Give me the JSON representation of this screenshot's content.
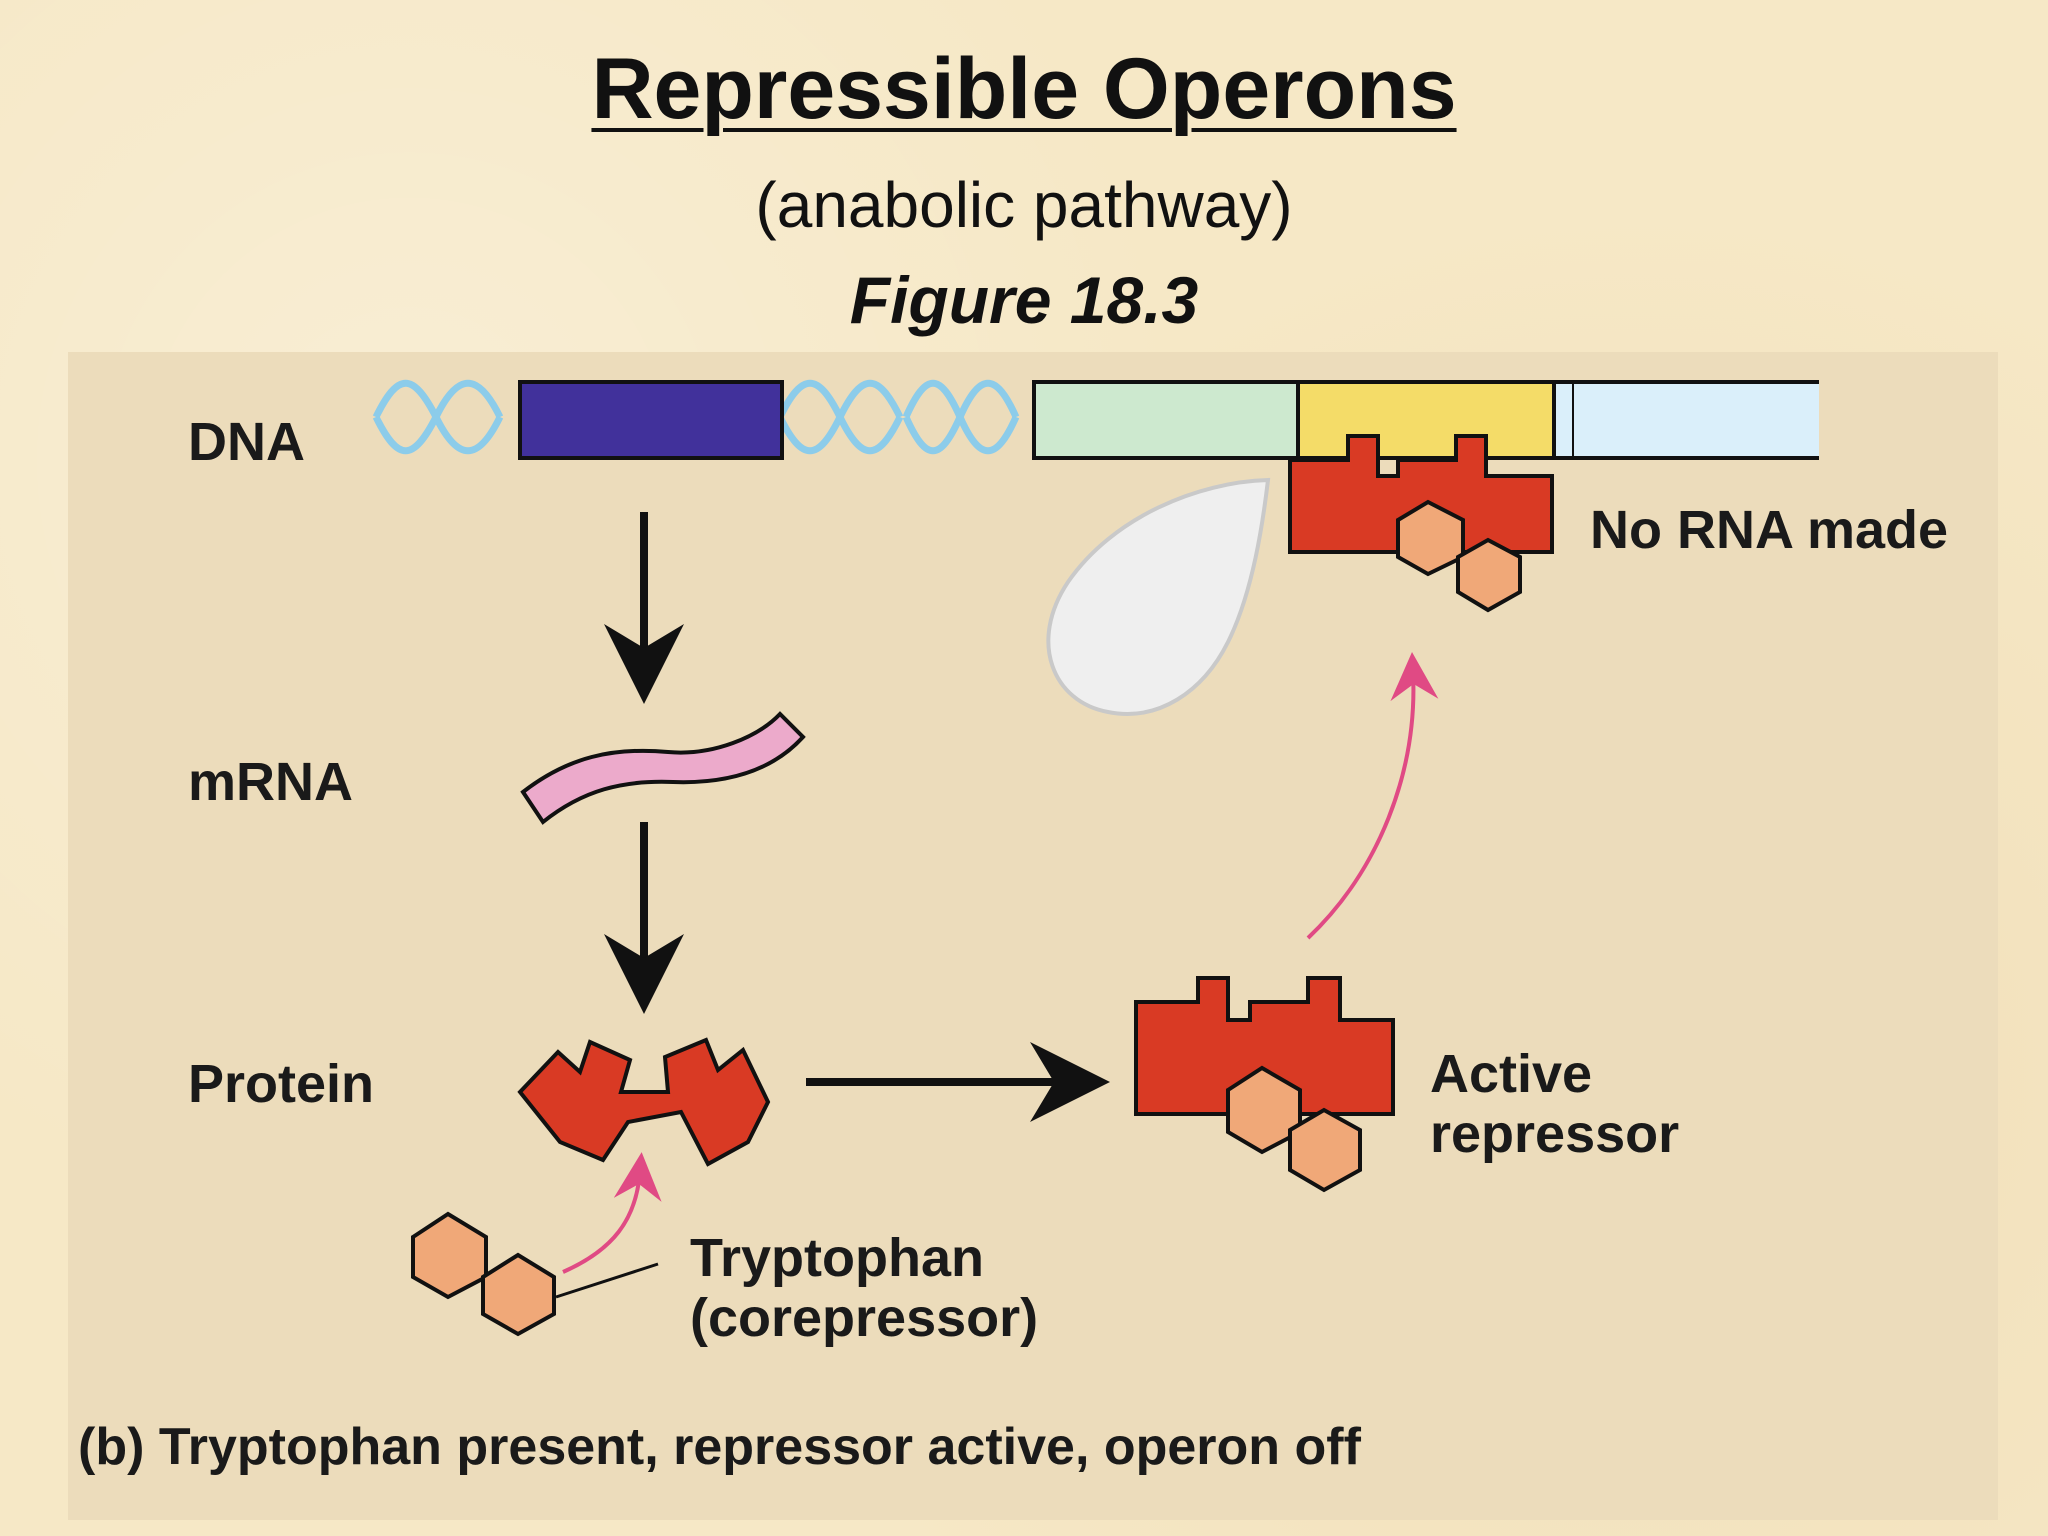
{
  "header": {
    "title": "Repressible Operons",
    "subtitle": "(anabolic pathway)",
    "figure_ref": "Figure 18.3"
  },
  "diagram": {
    "labels": {
      "dna": "DNA",
      "mrna": "mRNA",
      "protein": "Protein",
      "no_rna": "No RNA made",
      "active_repressor_line1": "Active",
      "active_repressor_line2": "repressor",
      "tryptophan_line1": "Tryptophan",
      "tryptophan_line2": "(corepressor)"
    },
    "caption": "(b) Tryptophan present, repressor active, operon off",
    "colors": {
      "regulatory_gene": "#41319b",
      "promoter": "#cde9cf",
      "operator": "#f4dc68",
      "genes": "#daeffa",
      "repressor": "#d93a24",
      "tryptophan": "#f0a878",
      "mrna": "#ecaacb",
      "rna_polymerase": "#efefef",
      "dna_helix": "#8cccea",
      "feedback_arrow": "#e04a84"
    }
  }
}
